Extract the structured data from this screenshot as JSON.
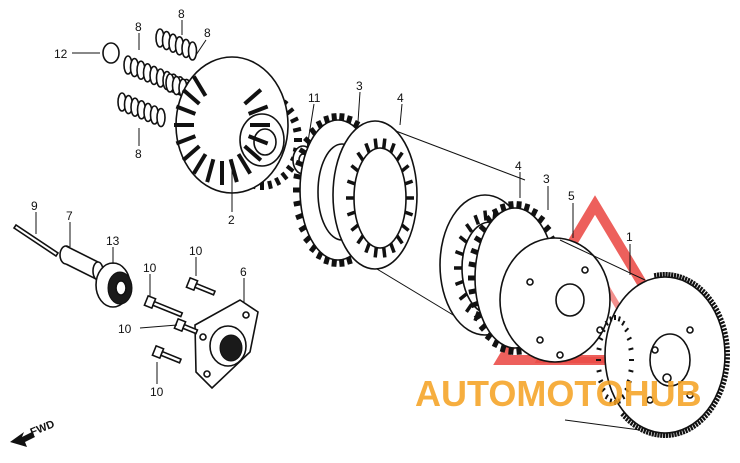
{
  "diagram": {
    "labels": {
      "p12": "12",
      "p8a": "8",
      "p8b": "8",
      "p8c": "8",
      "p8d": "8",
      "p11": "11",
      "p3a": "3",
      "p4a": "4",
      "p2": "2",
      "p4b": "4",
      "p3b": "3",
      "p5": "5",
      "p1": "1",
      "p9": "9",
      "p7": "7",
      "p13": "13",
      "p10a": "10",
      "p10b": "10",
      "p10c": "10",
      "p10d": "10",
      "p6": "6"
    },
    "fwd_label": "FWD",
    "watermark": "AUTOMOTOHUB",
    "colors": {
      "ink": "#111111",
      "watermark_red": "#e8302a",
      "watermark_orange": "#f5a01e"
    }
  }
}
